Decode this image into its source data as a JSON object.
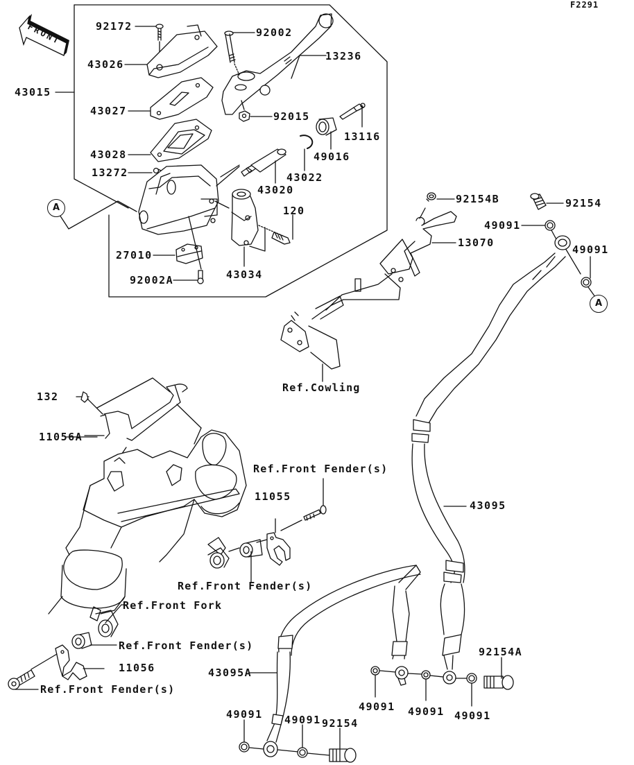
{
  "diagram": {
    "figure_code": "F2291",
    "front_indicator": "FRONT",
    "connection_marker": "A",
    "labels": {
      "p92172": "92172",
      "p43026": "43026",
      "p43015": "43015",
      "p43027": "43027",
      "p43028": "43028",
      "p13272": "13272",
      "p27010": "27010",
      "p92002A": "92002A",
      "p43034": "43034",
      "p120": "120",
      "p43020": "43020",
      "p43022": "43022",
      "p49016": "49016",
      "p13116": "13116",
      "p92015": "92015",
      "p13236": "13236",
      "p92002": "92002",
      "p92154B": "92154B",
      "p13070": "13070",
      "p92154_top": "92154",
      "p49091_top1": "49091",
      "p49091_top2": "49091",
      "ref_cowling": "Ref.Cowling",
      "p132": "132",
      "p11056A": "11056A",
      "ref_front_fender_1": "Ref.Front Fender(s)",
      "p11055": "11055",
      "ref_front_fender_2": "Ref.Front Fender(s)",
      "ref_front_fork": "Ref.Front Fork",
      "ref_front_fender_3": "Ref.Front Fender(s)",
      "p11056": "11056",
      "ref_front_fender_4": "Ref.Front Fender(s)",
      "p43095": "43095",
      "p43095A": "43095A",
      "p92154A": "92154A",
      "p49091_mid1": "49091",
      "p49091_mid2": "49091",
      "p49091_mid3": "49091",
      "p49091_bot1": "49091",
      "p49091_bot2": "49091",
      "p92154_bot": "92154"
    }
  }
}
